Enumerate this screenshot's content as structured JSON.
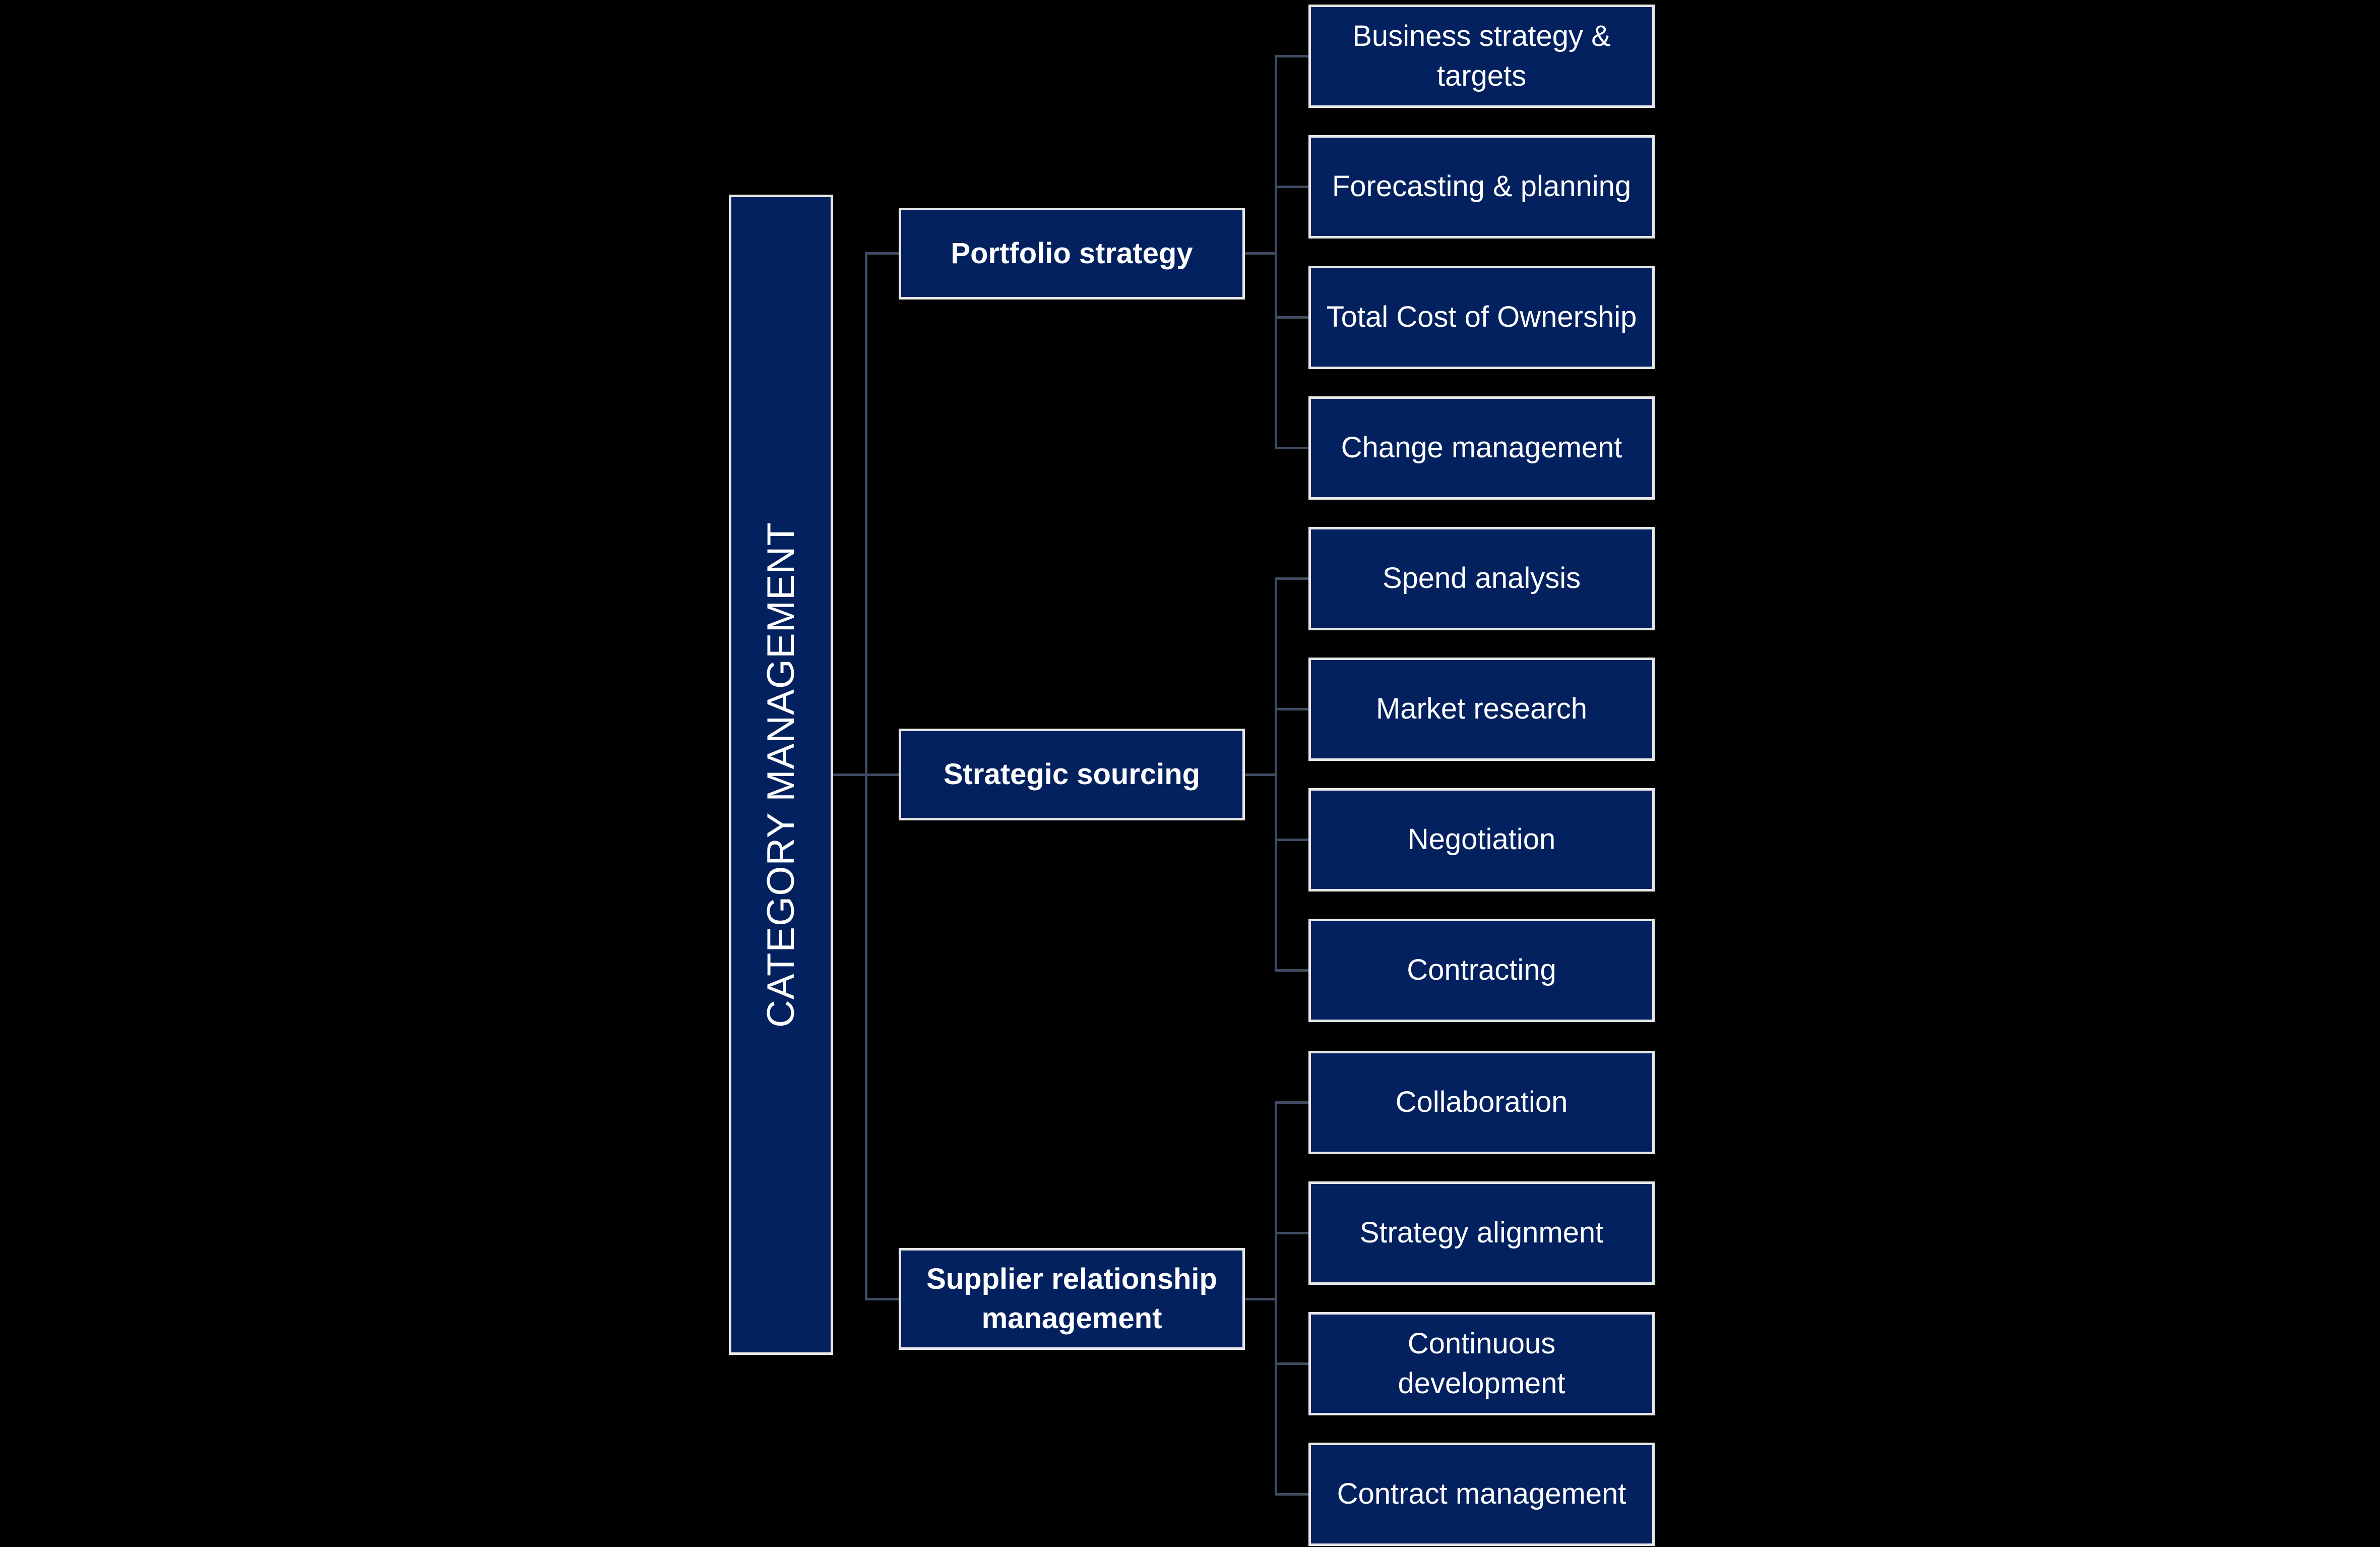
{
  "title": "CATEGORY MANAGEMENT",
  "diagram_type": "hierarchy-tree",
  "colors": {
    "background": "#000000",
    "box_fill": "#03215F",
    "box_border": "#E7E7E7",
    "connector": "#3E4C62",
    "text": "#FFFFFF"
  },
  "groups": [
    {
      "parent": "Portfolio strategy",
      "children": [
        "Business strategy & targets",
        "Forecasting & planning",
        "Total Cost of Ownership",
        "Change management"
      ]
    },
    {
      "parent": "Strategic sourcing",
      "children": [
        "Spend analysis",
        "Market research",
        "Negotiation",
        "Contracting"
      ]
    },
    {
      "parent": "Supplier relationship management",
      "children": [
        "Collaboration",
        "Strategy alignment",
        "Continuous development",
        "Contract management"
      ]
    }
  ]
}
